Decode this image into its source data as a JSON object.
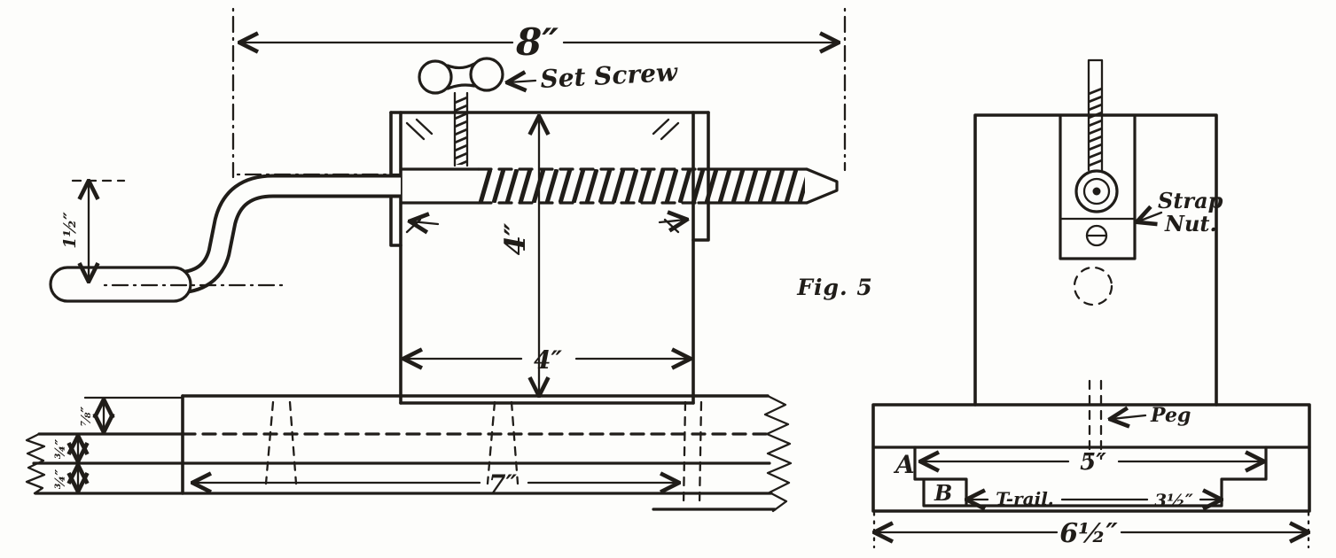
{
  "caption": "Fig. 5",
  "left_view": {
    "dim_overall": "8″",
    "set_screw_label": "Set Screw",
    "dim_block_height": "4″",
    "dim_block_width": "4″",
    "dim_crank_offset": "1½″",
    "dim_base_length": "7″",
    "dim_board1_thickness": "⅞″",
    "dim_board2_thickness": "¾″",
    "dim_board3_thickness": "¾″"
  },
  "right_view": {
    "strap_nut_line1": "Strap",
    "strap_nut_line2": "Nut.",
    "peg_label": "Peg",
    "zone_a": "A",
    "zone_b": "B",
    "t_rail_label": "T-rail.",
    "dim_slot": "5″",
    "dim_rail": "3½″",
    "dim_base_width": "6½″"
  },
  "colors": {
    "ink": "#201d19",
    "paper": "#fdfdfb"
  }
}
